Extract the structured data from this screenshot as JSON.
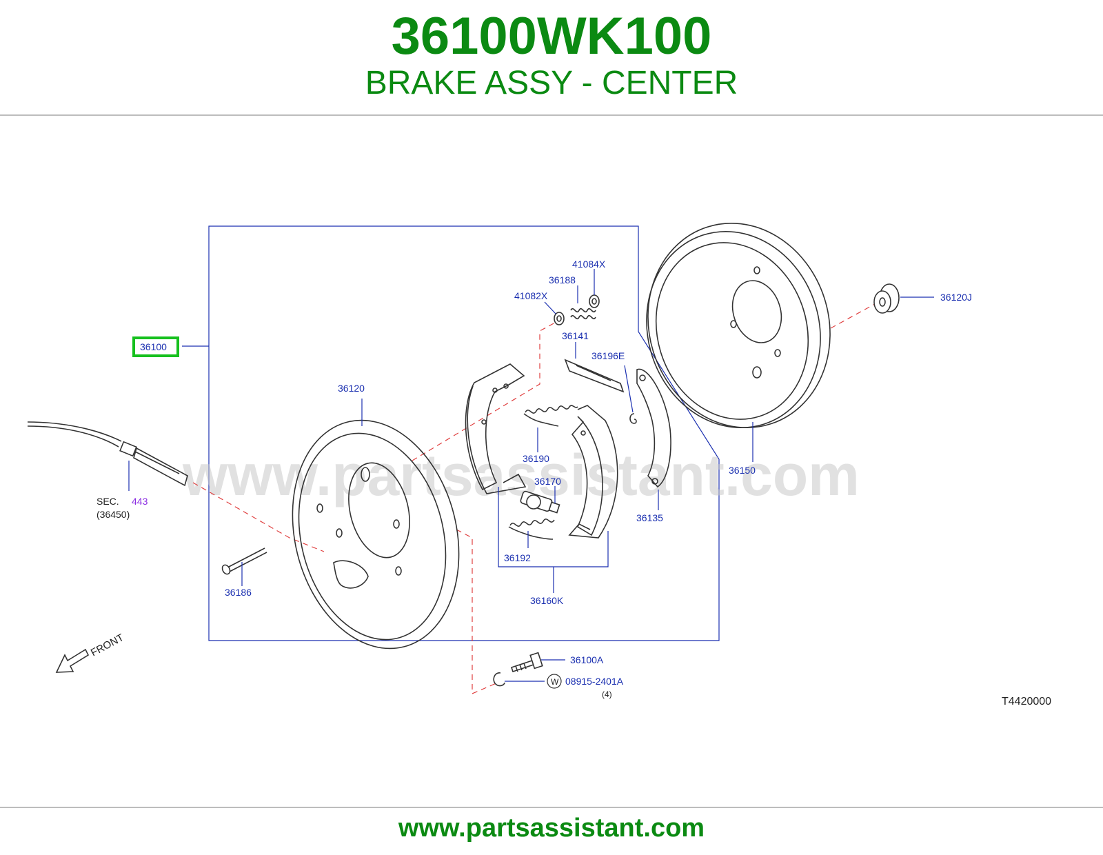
{
  "header": {
    "part_number": "36100WK100",
    "description": "BRAKE ASSY - CENTER"
  },
  "diagram": {
    "watermark": "www.partsassistant.com",
    "drawing_code": "T4420000",
    "front_label": "FRONT",
    "highlight_color": "#16c01e",
    "callouts": {
      "c36100": "36100",
      "c36120": "36120",
      "c36186": "36186",
      "c41084x": "41084X",
      "c36188": "36188",
      "c41082x": "41082X",
      "c36141": "36141",
      "c36196e": "36196E",
      "c36190": "36190",
      "c36170": "36170",
      "c36192": "36192",
      "c36160k": "36160K",
      "c36135": "36135",
      "c36150": "36150",
      "c36120j": "36120J",
      "c36100a": "36100A",
      "c08915": "08915-2401A",
      "washer_mark": "W",
      "qty_note": "(4)",
      "sec_prefix": "SEC.",
      "sec_number": "443",
      "sec_ref": "(36450)"
    }
  },
  "footer": {
    "url": "www.partsassistant.com"
  }
}
